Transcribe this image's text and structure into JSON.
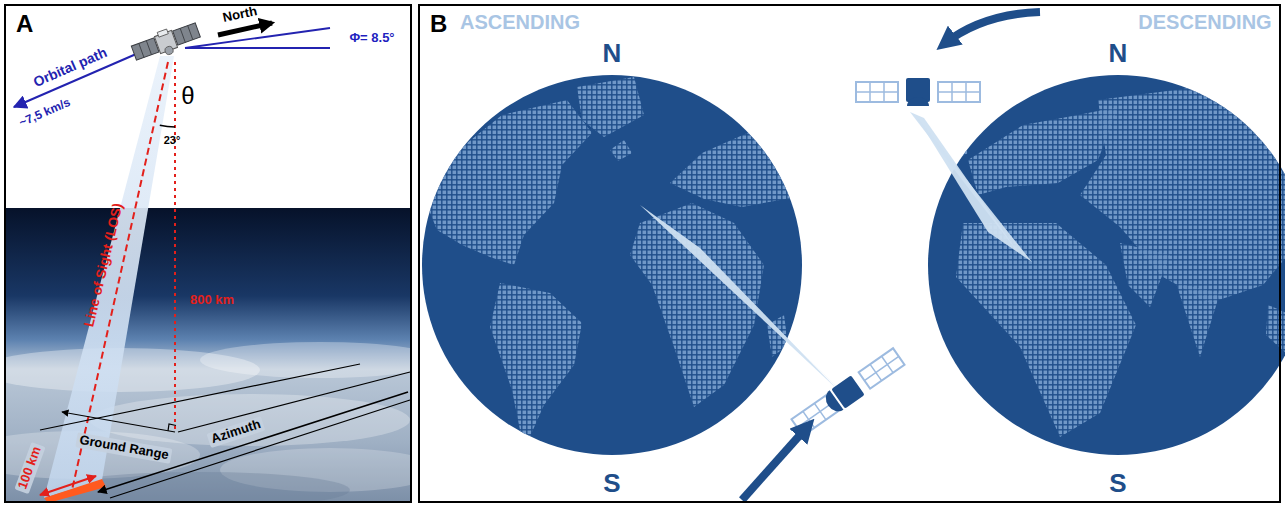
{
  "diagram": {
    "nodes": [
      {
        "text": [
          "A"
        ]
      },
      {
        "text": [
          "B"
        ]
      }
    ],
    "labels": [
      "North",
      "Φ= 8.5°",
      "Orbital path",
      "~7,5 km/s",
      "θ",
      "23°",
      "Line of Sight (LOS)",
      "800 km",
      "Ground Range",
      "Azimuth",
      "100 km",
      "ASCENDING",
      "DESCENDING",
      "N",
      "S",
      "N",
      "S"
    ]
  }
}
